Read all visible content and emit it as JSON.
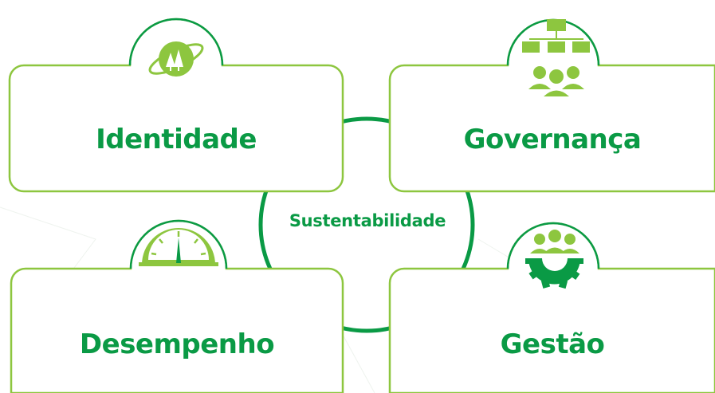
{
  "center": {
    "label": "Sustentabilidade"
  },
  "cards": [
    {
      "title": "Identidade",
      "icon": "planet-trees-icon"
    },
    {
      "title": "Governança",
      "icon": "org-chart-people-icon"
    },
    {
      "title": "Desempenho",
      "icon": "gauge-icon"
    },
    {
      "title": "Gestão",
      "icon": "people-gear-icon"
    }
  ],
  "colors": {
    "dark_green": "#0a9a45",
    "light_green": "#8dc63f",
    "background": "#ffffff"
  }
}
